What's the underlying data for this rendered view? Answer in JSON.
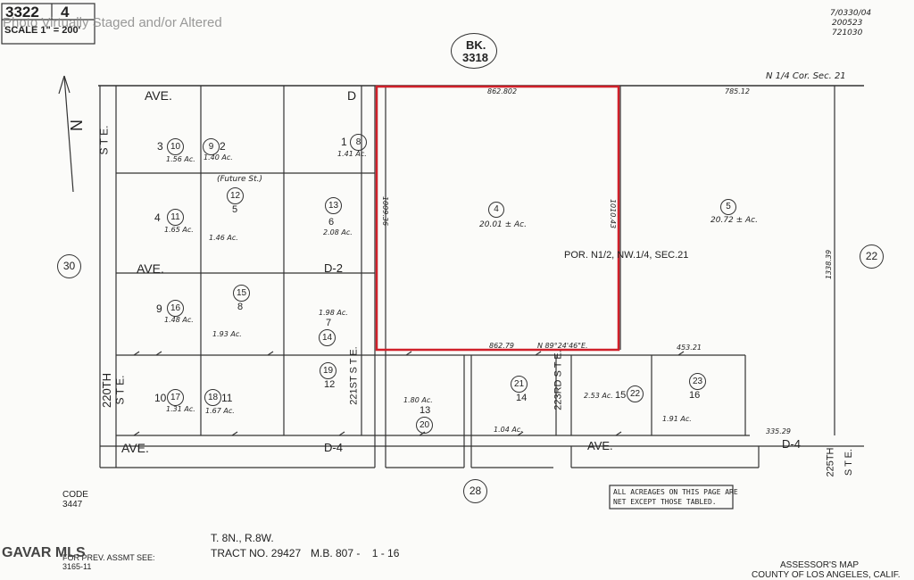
{
  "header": {
    "book_page": "3322",
    "sheet": "4",
    "scale": "SCALE 1\" = 200'",
    "watermark": "Photo Virtually Staged and/or Altered",
    "book_label": "BK.",
    "book_number": "3318",
    "stamp_lines": [
      "7/0330/04",
      "200523",
      "721030"
    ],
    "corner_note": "N 1/4 Cor. Sec. 21"
  },
  "north_arrow": "N",
  "streets": {
    "ave_top": "AVE.",
    "d_top": "D",
    "ave_mid": "AVE.",
    "d2": "D-2",
    "ave_bottom_left": "AVE.",
    "ave_bottom_right": "AVE.",
    "d4_left": "D-4",
    "d4_right": "D-4",
    "ste_left": "S T E.",
    "st_220": "220TH",
    "ste_220": "S T E.",
    "st_221": "221ST S T E.",
    "st_223": "223RD S T E.",
    "st_225": "225TH",
    "ste_225": "S T E.",
    "future_st": "(Future St.)"
  },
  "parcels": [
    {
      "num": "10",
      "lot": "3",
      "acres": "1.56 Ac."
    },
    {
      "num": "9",
      "lot": "2",
      "acres": "1.40 Ac."
    },
    {
      "num": "8",
      "lot": "1",
      "acres": "1.41 Ac."
    },
    {
      "num": "11",
      "lot": "4",
      "acres": "1.65 Ac."
    },
    {
      "num": "12",
      "lot": "5",
      "acres": "1.46 Ac."
    },
    {
      "num": "13",
      "lot": "6",
      "acres": "2.08 Ac."
    },
    {
      "num": "16",
      "lot": "9",
      "acres": "1.48 Ac."
    },
    {
      "num": "15",
      "lot": "8",
      "acres": "1.93 Ac."
    },
    {
      "num": "14",
      "lot": "7",
      "acres": "1.98 Ac."
    },
    {
      "num": "17",
      "lot": "10",
      "acres": "1.31 Ac."
    },
    {
      "num": "18",
      "lot": "11",
      "acres": "1.67 Ac."
    },
    {
      "num": "19",
      "lot": "12",
      "acres": ""
    },
    {
      "num": "20",
      "lot": "13",
      "acres": "1.80 Ac."
    },
    {
      "num": "21",
      "lot": "14",
      "acres": "1.04 Ac."
    },
    {
      "num": "22",
      "lot": "15",
      "acres": "2.53 Ac."
    },
    {
      "num": "23",
      "lot": "16",
      "acres": "1.91 Ac."
    },
    {
      "num": "4",
      "lot": "",
      "acres": "20.01 ± Ac."
    },
    {
      "num": "5",
      "lot": "",
      "acres": "20.72 ± Ac."
    }
  ],
  "section_label": "POR. N1/2, NW.1/4, SEC.21",
  "adjacent_pages": [
    "30",
    "22",
    "28"
  ],
  "dims": {
    "top_4": "862.802",
    "top_5": "785.12",
    "bottom_4": "862.79",
    "bearing": "N 89°24'46\"E.",
    "right_4": "1010.43",
    "left_4": "1009.36",
    "right_5": "1338.39",
    "bottom_r": "453.21",
    "bottom_r2": "335.29"
  },
  "code": {
    "label": "CODE",
    "value": "3447"
  },
  "township": "T. 8N., R.8W.",
  "tract": "TRACT NO. 29427",
  "mb": "M.B. 807 -    1 - 16",
  "prev_assmt": {
    "label": "FOR PREV. ASSMT SEE:",
    "value": "3165-11"
  },
  "logo": "GAVAR MLS",
  "note_box": [
    "ALL ACREAGES ON THIS PAGE ARE",
    "NET EXCEPT THOSE TABLED."
  ],
  "assessor": {
    "line1": "ASSESSOR'S MAP",
    "line2": "COUNTY OF LOS ANGELES, CALIF."
  },
  "colors": {
    "highlight": "#d0202a",
    "ink": "#222222",
    "paper": "#fbfbf9"
  }
}
